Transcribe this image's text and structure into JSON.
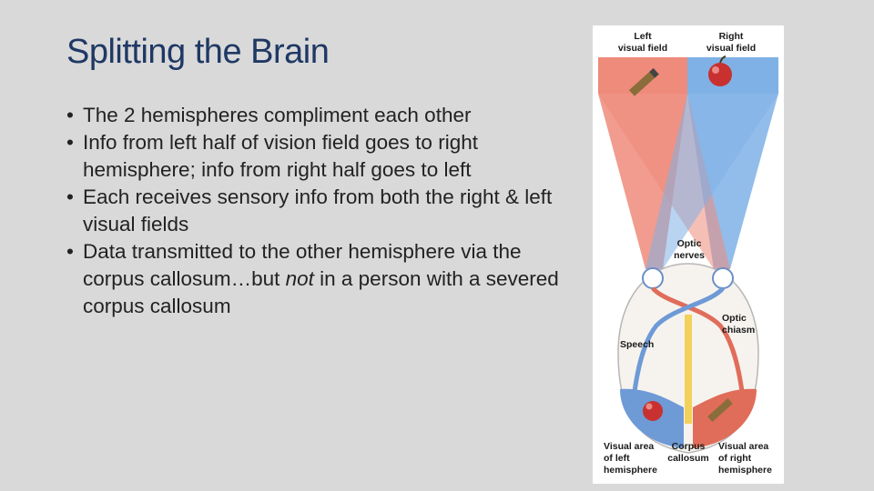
{
  "slide": {
    "title": "Splitting the Brain",
    "bullets": [
      {
        "text": "The 2 hemispheres compliment each other"
      },
      {
        "text": "Info from left half of vision field goes to right hemisphere; info from right half goes to left"
      },
      {
        "text": "Each receives sensory info from both the right & left visual fields"
      },
      {
        "pre": "Data transmitted to the other hemisphere via the corpus callosum…but ",
        "em": "not",
        "post": " in a person with a severed corpus callosum"
      }
    ]
  },
  "diagram": {
    "labels": {
      "left_field_1": "Left",
      "left_field_2": "visual field",
      "right_field_1": "Right",
      "right_field_2": "visual field",
      "optic_nerves_1": "Optic",
      "optic_nerves_2": "nerves",
      "optic_chiasm_1": "Optic",
      "optic_chiasm_2": "chiasm",
      "speech": "Speech",
      "visual_left_1": "Visual area",
      "visual_left_2": "of left",
      "visual_left_3": "hemisphere",
      "corpus_1": "Corpus",
      "corpus_2": "callosum",
      "visual_right_1": "Visual area",
      "visual_right_2": "of right",
      "visual_right_3": "hemisphere"
    },
    "colors": {
      "left_field": "#ee8b7a",
      "right_field": "#7fb1e6",
      "title": "#1f3864",
      "corpus": "#f2d15a"
    },
    "icons": {
      "left_field_object": "pencil-icon",
      "right_field_object": "apple-icon"
    }
  }
}
